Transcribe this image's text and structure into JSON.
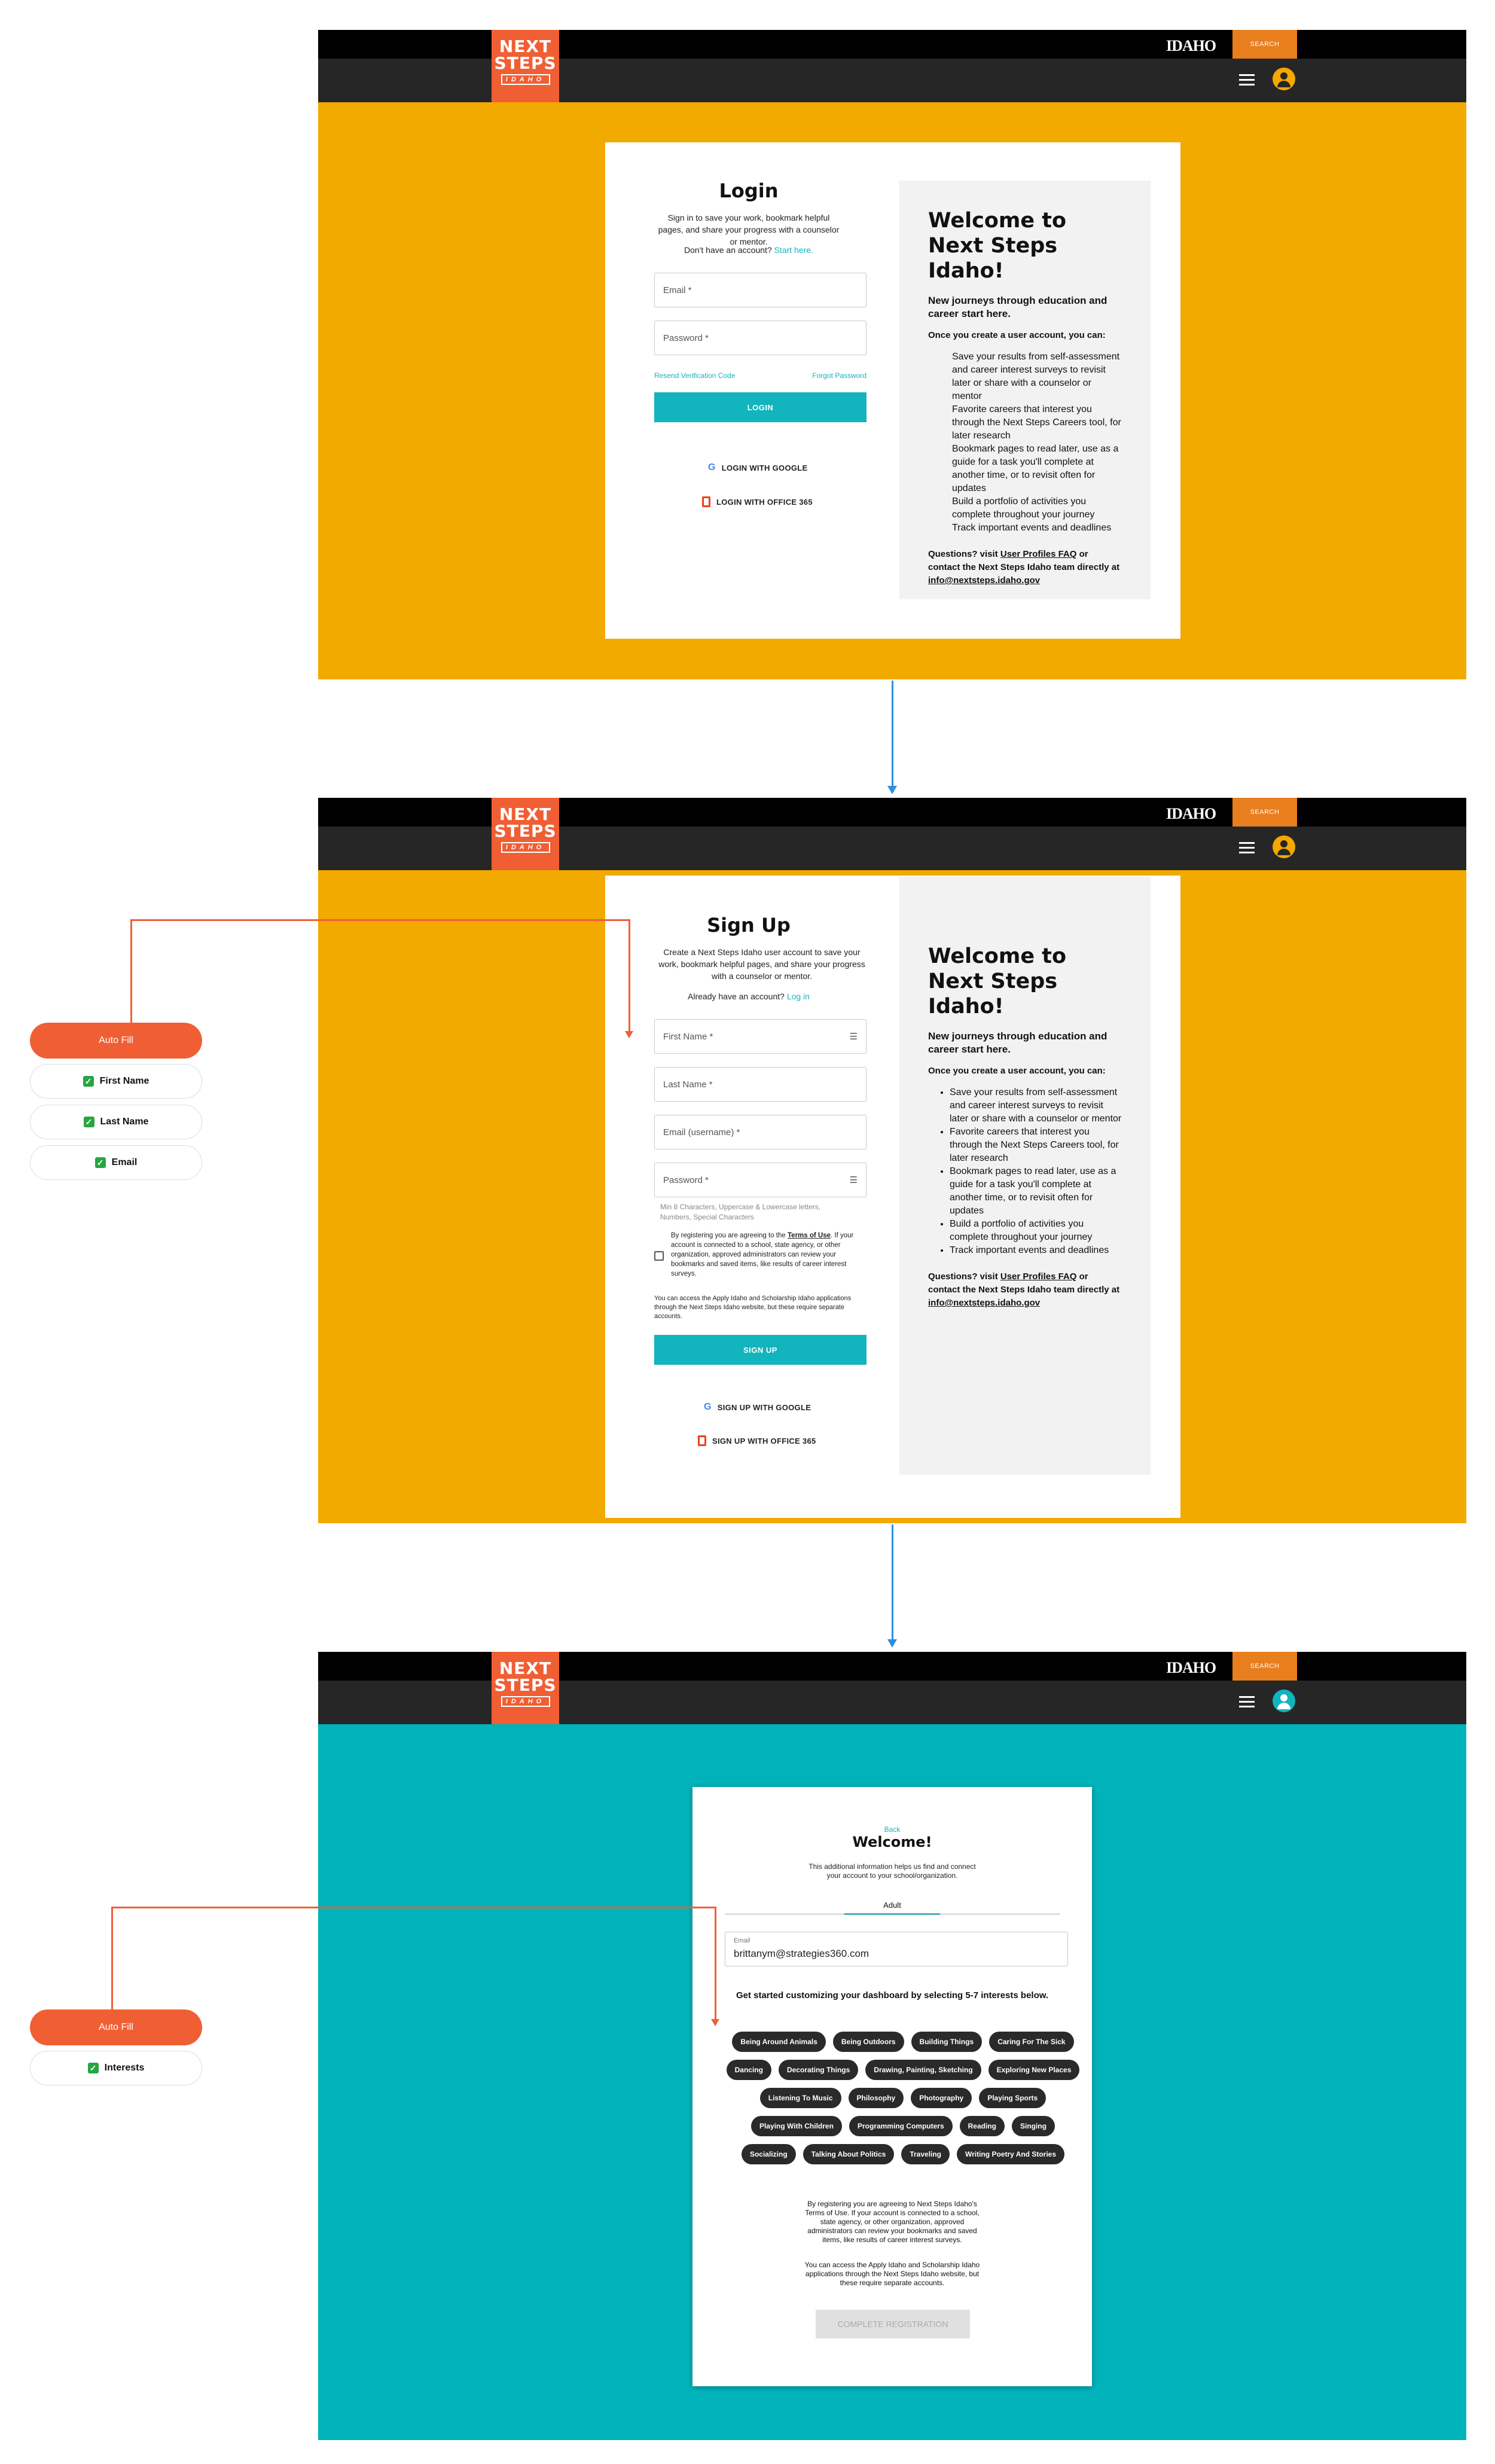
{
  "header": {
    "logo_line1": "NEXT",
    "logo_line2": "STEPS",
    "logo_line3": "IDAHO",
    "idaho_label": "IDAHO",
    "search_label": "SEARCH"
  },
  "login": {
    "title": "Login",
    "intro": "Sign in to save your work, bookmark helpful pages, and share your progress with a counselor or mentor.",
    "no_account": "Don't have an account?",
    "start_here": "Start here.",
    "email_placeholder": "Email *",
    "password_placeholder": "Password *",
    "resend_code": "Resend Verification Code",
    "forgot_password": "Forgot Password",
    "login_button": "LOGIN",
    "google_button": "LOGIN WITH GOOGLE",
    "office_button": "LOGIN WITH OFFICE 365"
  },
  "welcome": {
    "title": "Welcome to Next Steps Idaho!",
    "subtitle": "New journeys through education and career start here.",
    "once_created": "Once you create a user account, you can:",
    "items": [
      "Save your results from self-assessment and career interest surveys to revisit later or share with a counselor or mentor",
      "Favorite careers that interest you through the Next Steps Careers tool, for later research",
      "Bookmark pages to read later, use as a guide for a task you'll complete at another time, or to revisit often for updates",
      "Build a portfolio of activities you complete throughout your journey",
      "Track important events and deadlines"
    ],
    "questions_prefix": "Questions? visit",
    "faq_link": "User Profiles FAQ",
    "questions_suffix": "or contact the Next Steps Idaho team directly at",
    "email_link": "info@nextsteps.idaho.gov"
  },
  "signup": {
    "title": "Sign Up",
    "intro": "Create a Next Steps Idaho user account to save your work, bookmark helpful pages, and share your progress with a counselor or mentor.",
    "have_account": "Already have an account?",
    "log_in": "Log in",
    "first_name": "First Name *",
    "last_name": "Last Name *",
    "email": "Email (username) *",
    "password": "Password *",
    "password_hint": "Min 8 Characters, Uppercase & Lowercase letters, Numbers, Special Characters",
    "terms_prefix": "By registering you are agreeing to the",
    "terms_link": "Terms of Use",
    "terms_suffix": ". If your account is connected to a school, state agency, or other organization, approved administrators can review your bookmarks and saved items, like results of career interest surveys.",
    "apply_note": "You can access the Apply Idaho and Scholarship Idaho applications through the Next Steps Idaho website, but these require separate accounts.",
    "signup_button": "SIGN UP",
    "google_button": "SIGN UP WITH GOOGLE",
    "office_button": "SIGN UP WITH OFFICE 365"
  },
  "autofill1": {
    "button": "Auto Fill",
    "items": [
      "First Name",
      "Last Name",
      "Email"
    ]
  },
  "autofill2": {
    "button": "Auto Fill",
    "items": [
      "Interests"
    ]
  },
  "welcome_screen": {
    "back": "Back",
    "title": "Welcome!",
    "intro": "This additional information helps us find and connect your account to your school/organization.",
    "tab": "Adult",
    "email_label": "Email",
    "email_value": "brittanym@strategies360.com",
    "interests_heading": "Get started customizing your dashboard by selecting 5-7 interests below.",
    "interests": [
      [
        "Being Around Animals",
        "Being Outdoors",
        "Building Things",
        "Caring For The Sick"
      ],
      [
        "Dancing",
        "Decorating Things",
        "Drawing, Painting, Sketching",
        "Exploring New Places"
      ],
      [
        "Listening To Music",
        "Philosophy",
        "Photography",
        "Playing Sports"
      ],
      [
        "Playing With Children",
        "Programming Computers",
        "Reading",
        "Singing"
      ],
      [
        "Socializing",
        "Talking About Politics",
        "Traveling",
        "Writing Poetry And Stories"
      ]
    ],
    "terms": "By registering you are agreeing to Next Steps Idaho's Terms of Use. If your account is connected to a school, state agency, or other organization, approved administrators can review your bookmarks and saved items, like results of career interest surveys.",
    "apply_note": "You can access the Apply Idaho and Scholarship Idaho applications through the Next Steps Idaho website, but these require separate accounts.",
    "complete_button": "COMPLETE REGISTRATION"
  },
  "colors": {
    "gold": "#f2a900",
    "teal": "#12b4bd",
    "orange": "#f05f34",
    "dark": "#262626"
  }
}
